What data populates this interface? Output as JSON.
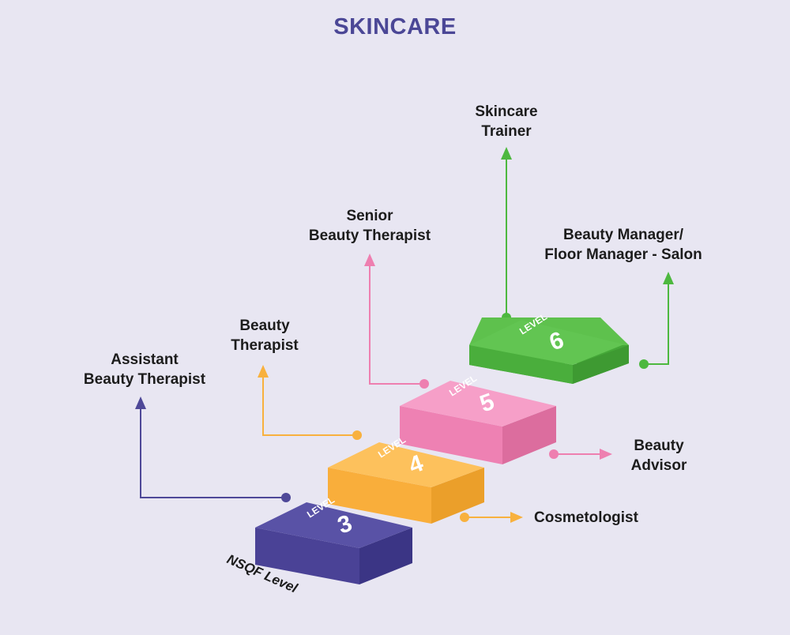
{
  "title": "SKINCARE",
  "axis_label": "NSQF Level",
  "level_word": "LEVEL",
  "levels": [
    {
      "number": "3",
      "color": "#514aa0",
      "side": "#3d3789",
      "front": "#4a4296"
    },
    {
      "number": "4",
      "color": "#fdba4b",
      "side": "#f0a632",
      "front": "#f9ae3b"
    },
    {
      "number": "5",
      "color": "#f590bf",
      "side": "#e2729f",
      "front": "#ee81b3"
    },
    {
      "number": "6",
      "color": "#5bbf4b",
      "side": "#42a236",
      "front": "#4fb23f"
    }
  ],
  "roles": {
    "assistant_beauty_therapist": [
      "Assistant",
      "Beauty Therapist"
    ],
    "beauty_therapist": [
      "Beauty",
      "Therapist"
    ],
    "senior_beauty_therapist": [
      "Senior",
      "Beauty Therapist"
    ],
    "skincare_trainer": [
      "Skincare",
      "Trainer"
    ],
    "beauty_manager": [
      "Beauty Manager/",
      "Floor Manager - Salon"
    ],
    "beauty_advisor": [
      "Beauty",
      "Advisor"
    ],
    "cosmetologist": [
      "Cosmetologist"
    ]
  },
  "colors": {
    "title": "#4b4796",
    "level3": "#4e4898",
    "level4": "#f8b13e",
    "level5": "#ee7fb0",
    "level6": "#4db83f"
  }
}
